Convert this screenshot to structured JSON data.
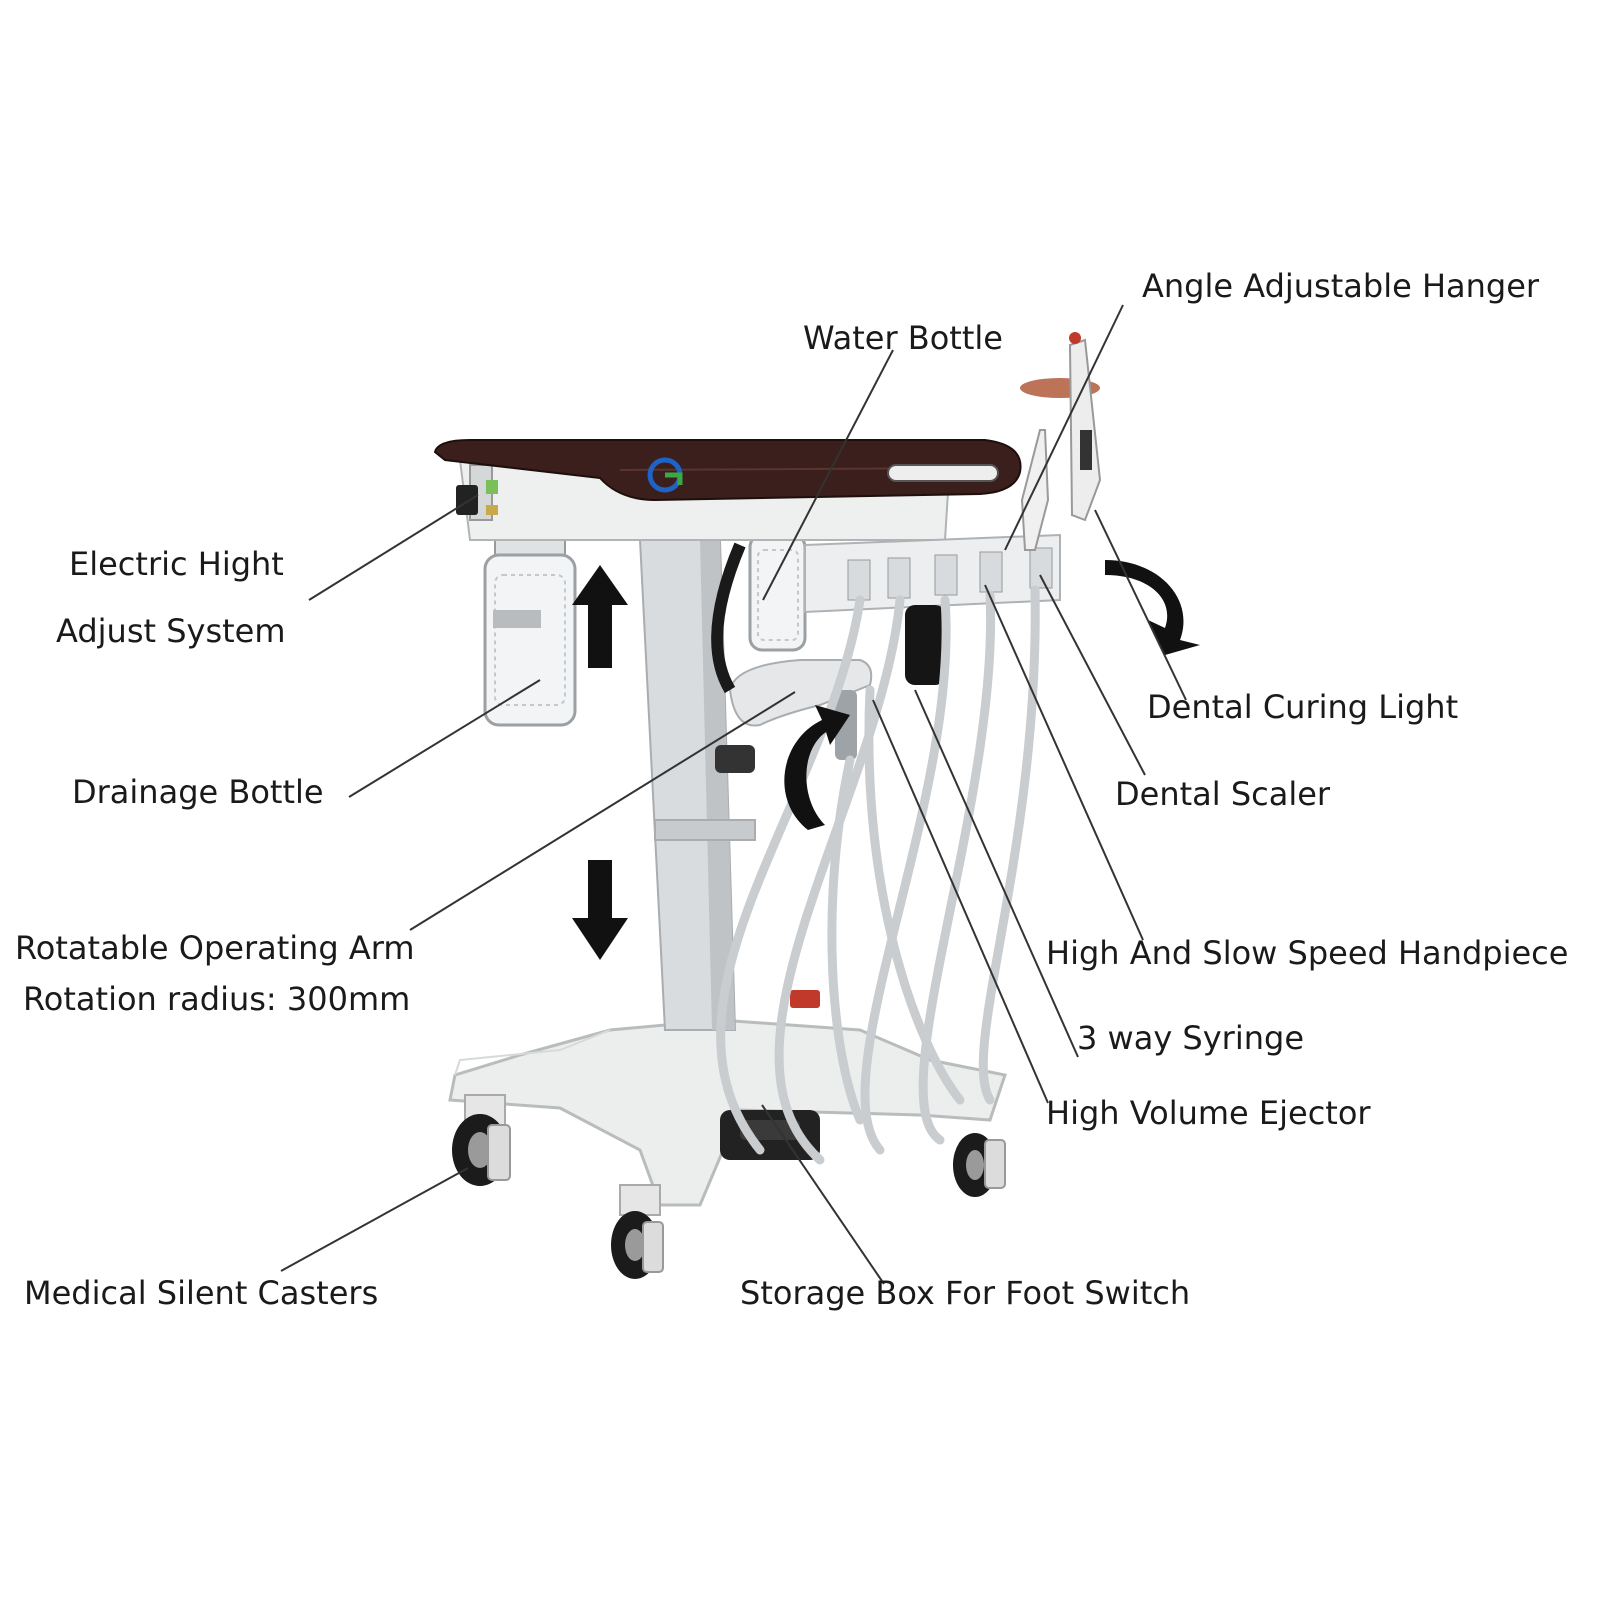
{
  "labels": {
    "angle_adjustable_hanger": "Angle Adjustable Hanger",
    "water_bottle": "Water Bottle",
    "electric_height_line1": "Electric Hight",
    "electric_height_line2": "Adjust System",
    "dental_curing_light": "Dental Curing Light",
    "drainage_bottle": "Drainage Bottle",
    "dental_scaler": "Dental Scaler",
    "rotatable_arm_line1": "Rotatable Operating Arm",
    "rotatable_arm_line2": "Rotation radius: 300mm",
    "handpiece": "High And Slow Speed Handpiece",
    "syringe": "3 way Syringe",
    "ejector": "High Volume Ejector",
    "casters": "Medical Silent Casters",
    "storage_box": "Storage Box For Foot Switch"
  },
  "colors": {
    "tray_top": "#3b1f1c",
    "cabinet": "#eef0f0",
    "hose": "#c9cdd0",
    "arrow": "#111111",
    "logo_blue": "#1f63c6",
    "logo_green": "#3aa845"
  }
}
